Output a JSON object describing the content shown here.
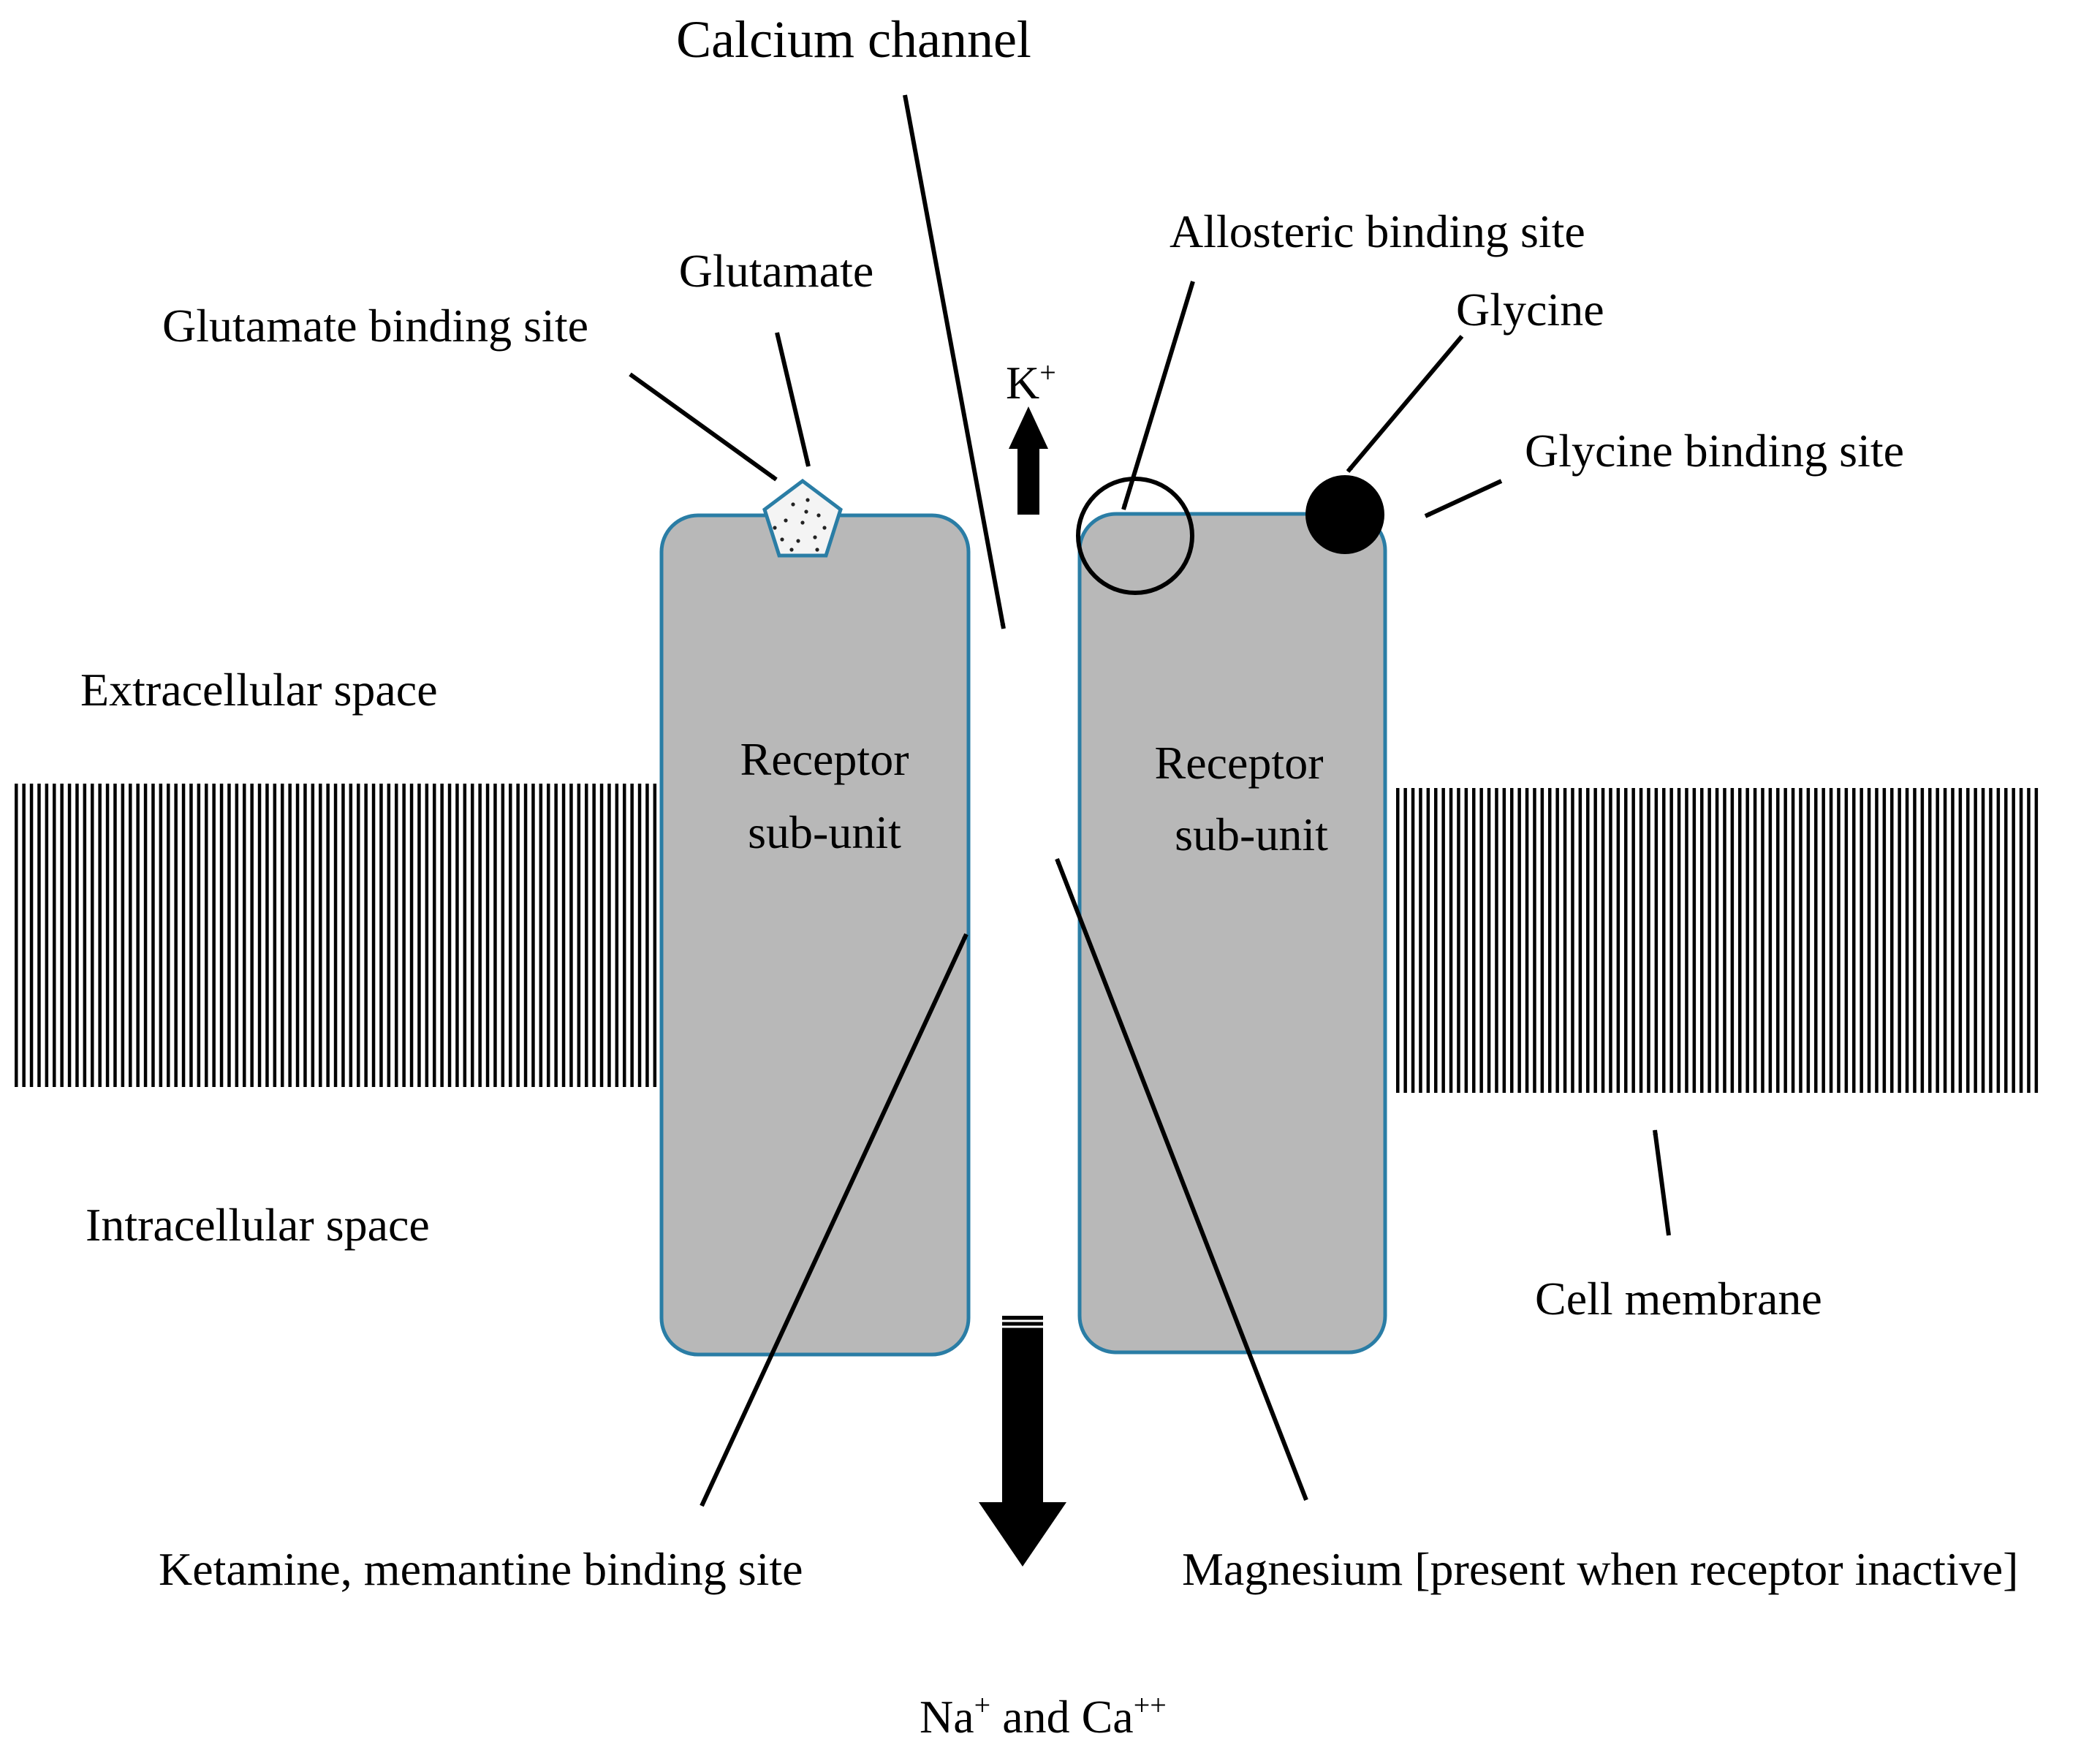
{
  "labels": {
    "calcium_channel": "Calcium channel",
    "glutamate": "Glutamate",
    "glutamate_binding_site": "Glutamate binding site",
    "allosteric_binding_site": "Allosteric binding site",
    "glycine": "Glycine",
    "glycine_binding_site": "Glycine binding site",
    "potassium_base": "K",
    "potassium_charge": "+",
    "extracellular_space": "Extracellular space",
    "intracellular_space": "Intracellular space",
    "receptor_left_line1": "Receptor",
    "receptor_left_line2": "sub-unit",
    "receptor_right_line1": "Receptor",
    "receptor_right_line2": "sub-unit",
    "cell_membrane": "Cell membrane",
    "ketamine_site": "Ketamine, memantine binding site",
    "magnesium": "Magnesium [present when receptor inactive]",
    "sodium_base": "Na",
    "sodium_charge": "+",
    "ion_conjunction": " and Ca",
    "calcium_charge": "++"
  },
  "colors": {
    "subunit_fill": "#b8b8b8",
    "subunit_stroke": "#2a7da5",
    "glutamate_fill": "#f4f4f4",
    "membrane": "#000000"
  },
  "icons": {
    "glutamate": "pentagon-dotted-icon",
    "glycine": "filled-circle-icon",
    "allosteric_site": "open-circle-icon"
  }
}
